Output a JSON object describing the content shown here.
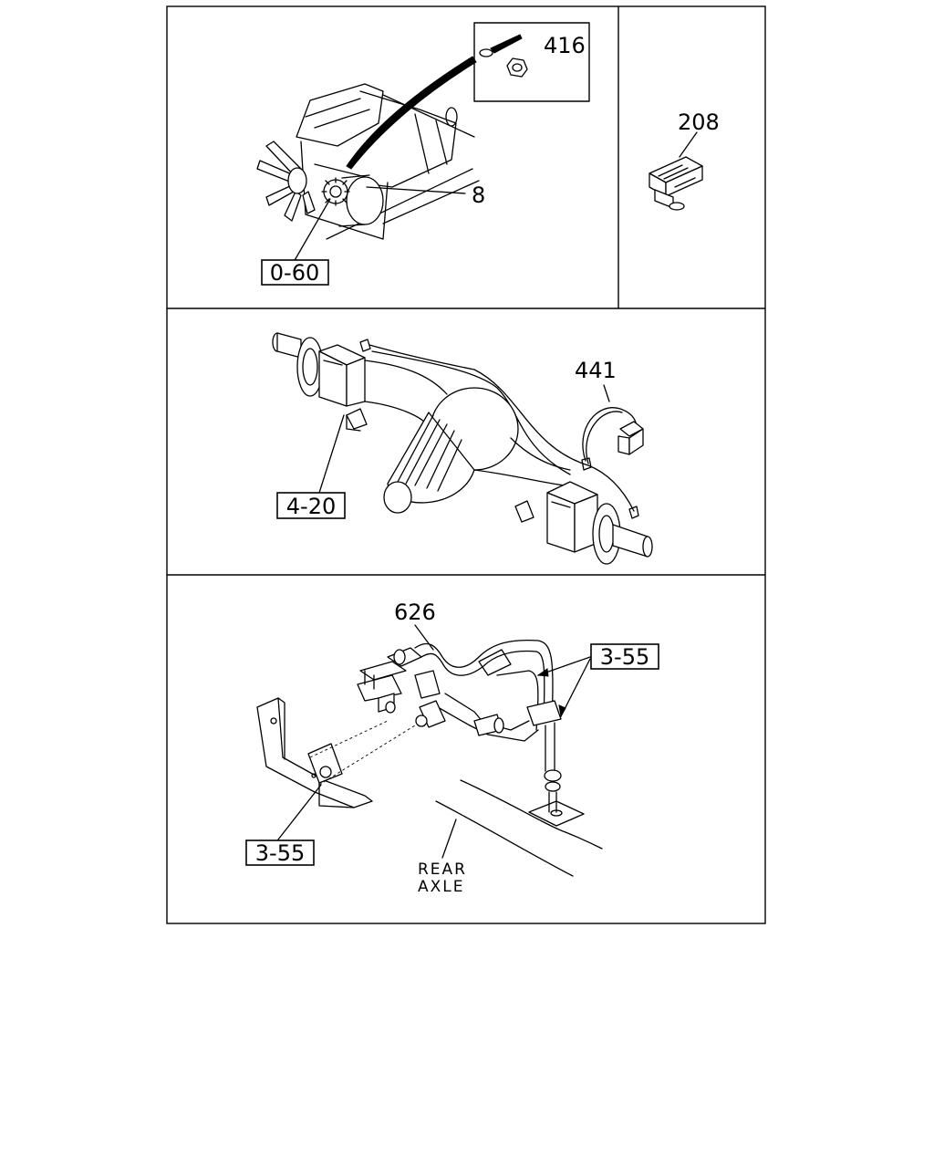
{
  "callouts": {
    "top_washer_nut": "416",
    "top_generator_wire": "8",
    "top_ref_engine": "0-60",
    "top_right_connector": "208",
    "middle_harness": "441",
    "middle_ref_axle": "4-20",
    "bottom_harness": "626",
    "bottom_ref_pipe": "3-55",
    "bottom_ref_bracket": "3-55"
  },
  "notes": {
    "rear_axle_line1": "REAR",
    "rear_axle_line2": "AXLE"
  },
  "colors": {
    "ink": "#000000",
    "background": "#ffffff"
  }
}
